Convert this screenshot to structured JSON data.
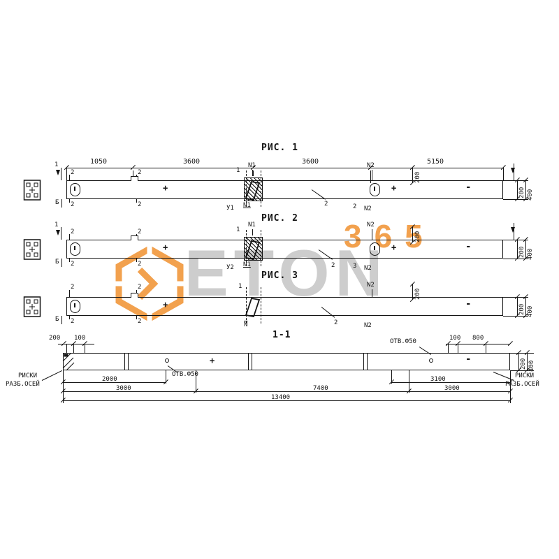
{
  "colors": {
    "accent_orange": "#F2A14E",
    "watermark_gray": "#CDCDCD",
    "line": "#141414"
  },
  "watermark": {
    "brand": "ETON",
    "number": "365"
  },
  "figures": {
    "fig1": {
      "title": "РИС. 1",
      "dim1": "1050",
      "dim2": "3600",
      "dim3": "3600",
      "dim4": "5150",
      "u": "У1"
    },
    "fig2": {
      "title": "РИС. 2",
      "u": "У2"
    },
    "fig3": {
      "title": "РИС. 3"
    }
  },
  "marks": {
    "m1": "1",
    "m2": "2",
    "m3": "3",
    "n1": "N1",
    "n2": "N2",
    "n": "N",
    "b": "Б",
    "plus": "+",
    "minus": "-"
  },
  "dims": {
    "d100": "100",
    "d200": "200",
    "d400": "400",
    "d800": "800",
    "d2000": "2000",
    "d3000": "3000",
    "d3100": "3100",
    "d7400": "7400",
    "d13400": "13400"
  },
  "section": {
    "title": "1-1",
    "hole_label": "ОТВ.Ф50",
    "riski_line1": "РИСКИ",
    "riski_line2": "РАЗБ.ОСЕЙ"
  }
}
